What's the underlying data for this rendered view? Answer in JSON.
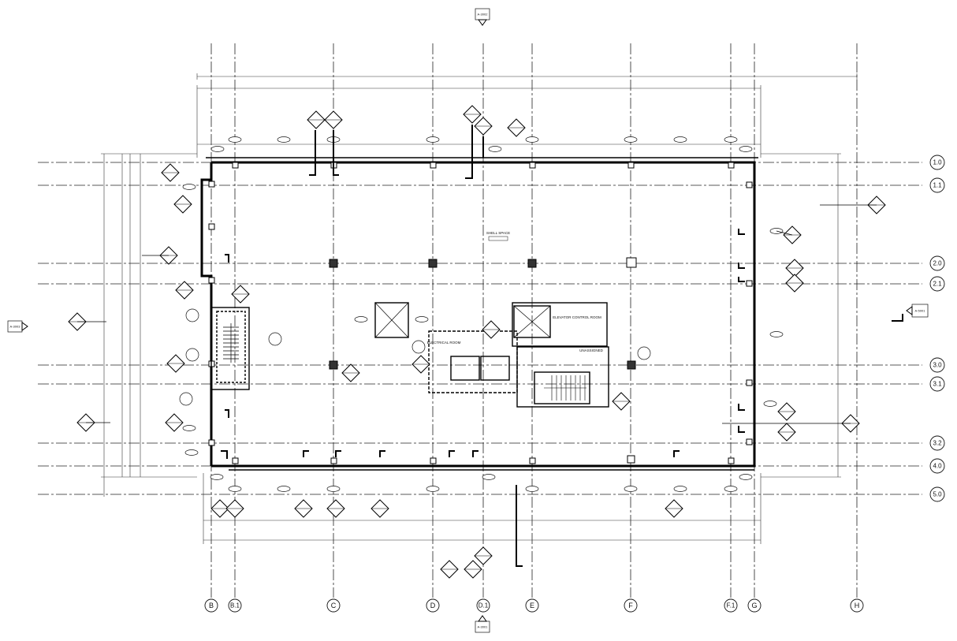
{
  "grid_columns": [
    {
      "label": "B"
    },
    {
      "label": "B.1"
    },
    {
      "label": "C"
    },
    {
      "label": "D"
    },
    {
      "label": "D.1"
    },
    {
      "label": "E"
    },
    {
      "label": "F"
    },
    {
      "label": "F.1"
    },
    {
      "label": "G"
    },
    {
      "label": "H"
    }
  ],
  "grid_rows": [
    {
      "label": "1.0"
    },
    {
      "label": "1.1"
    },
    {
      "label": "2.0"
    },
    {
      "label": "2.1"
    },
    {
      "label": "3.0"
    },
    {
      "label": "3.1"
    },
    {
      "label": "3.2"
    },
    {
      "label": "4.0"
    },
    {
      "label": "5.0"
    }
  ],
  "rooms": {
    "shell_space": "SHELL SPACE",
    "elevator_control": "ELEVATOR CONTROL ROOM",
    "electrical": "ELECTRICAL ROOM",
    "unassigned": "UNASSIGNED"
  },
  "section_tags": {
    "a3002": "A-3002",
    "a3001": "A-3001",
    "a5001": "A-5001",
    "a3003": "A-3003"
  }
}
